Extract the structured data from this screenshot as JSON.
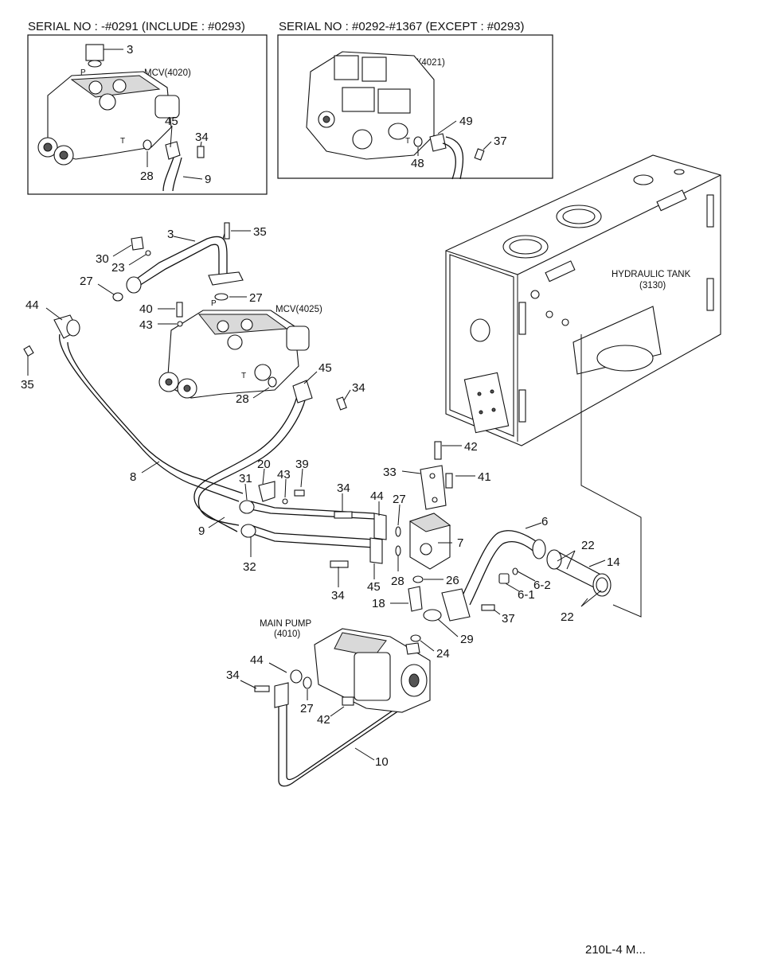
{
  "insets": [
    {
      "title": "SERIAL NO : -#0291 (INCLUDE : #0293)",
      "mcv_label": "MCV(4020)"
    },
    {
      "title": "SERIAL NO : #0292-#1367 (EXCEPT : #0293)",
      "mcv_label": "MCV(4021)"
    }
  ],
  "components": {
    "mcv_main": "MCV(4025)",
    "hydraulic_tank_line1": "HYDRAULIC TANK",
    "hydraulic_tank_line2": "(3130)",
    "main_pump_line1": "MAIN PUMP",
    "main_pump_line2": "(4010)"
  },
  "ports": {
    "p": "P",
    "t": "T"
  },
  "callouts": {
    "inset1": [
      "3",
      "45",
      "34",
      "28",
      "9"
    ],
    "inset2": [
      "49",
      "37",
      "48"
    ],
    "main": [
      "35",
      "3",
      "30",
      "23",
      "27",
      "27",
      "40",
      "43",
      "44",
      "35",
      "45",
      "34",
      "28",
      "42",
      "33",
      "41",
      "8",
      "20",
      "39",
      "43",
      "31",
      "34",
      "44",
      "27",
      "7",
      "6",
      "22",
      "14",
      "9",
      "32",
      "28",
      "26",
      "45",
      "34",
      "6-2",
      "6-1",
      "18",
      "37",
      "22",
      "29",
      "24",
      "44",
      "34",
      "27",
      "42",
      "10"
    ]
  },
  "footer_text": "210L-4 M..."
}
